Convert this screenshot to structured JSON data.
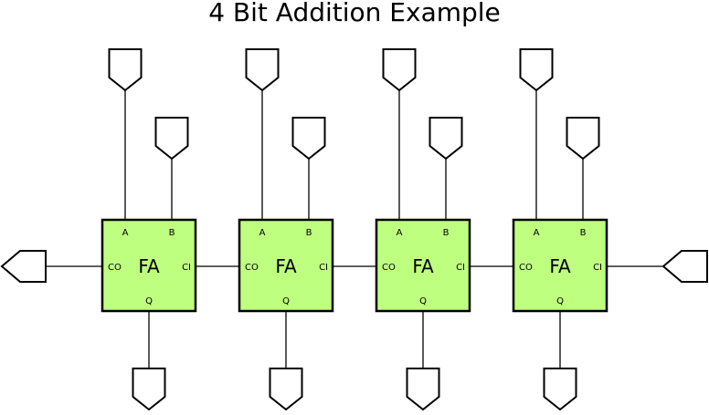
{
  "title": "4 Bit Addition Example",
  "colors": {
    "block_fill": "#bfff80",
    "stroke": "#000000"
  },
  "blocks": [
    {
      "label": "FA",
      "ports": {
        "a": "A",
        "b": "B",
        "ci": "CI",
        "co": "CO",
        "q": "Q"
      }
    },
    {
      "label": "FA",
      "ports": {
        "a": "A",
        "b": "B",
        "ci": "CI",
        "co": "CO",
        "q": "Q"
      }
    },
    {
      "label": "FA",
      "ports": {
        "a": "A",
        "b": "B",
        "ci": "CI",
        "co": "CO",
        "q": "Q"
      }
    },
    {
      "label": "FA",
      "ports": {
        "a": "A",
        "b": "B",
        "ci": "CI",
        "co": "CO",
        "q": "Q"
      }
    }
  ],
  "pins": {
    "carry_out_shape": "pentagon-pointing-left",
    "carry_in_shape": "pentagon-pointing-left",
    "input_shape": "pentagon-pointing-down",
    "output_shape": "pentagon-pointing-down"
  }
}
